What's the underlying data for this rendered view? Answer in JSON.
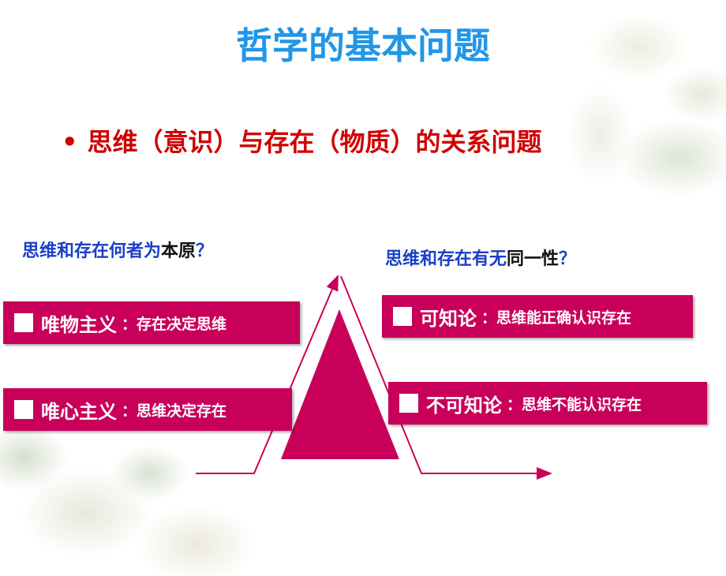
{
  "slide": {
    "title": "哲学的基本问题",
    "bullet_marker": "•",
    "subtitle": "思维（意识）与存在（物质）的关系问题",
    "left_question": {
      "prefix": "思维和存在何者为",
      "highlight": "本原",
      "suffix": "？"
    },
    "right_question": {
      "prefix": "思维和存在有无",
      "highlight": "同一性",
      "suffix": "？"
    },
    "boxes": [
      {
        "label": "唯物主义",
        "desc": "：存在决定思维"
      },
      {
        "label": "唯心主义",
        "desc": "：思维决定存在"
      },
      {
        "label": "可知论",
        "desc": "：思维能正确认识存在"
      },
      {
        "label": "不可知论",
        "desc": "：思维不能认识存在"
      }
    ],
    "colors": {
      "title": "#2196e8",
      "subtitle": "#d00000",
      "question": "#1a3fc8",
      "box": "#c8005a"
    }
  }
}
